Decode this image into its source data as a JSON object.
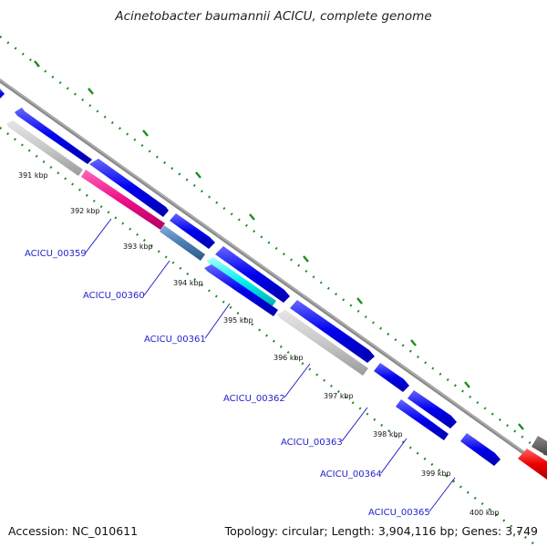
{
  "title": "Acinetobacter baumannii ACICU, complete genome",
  "footer": {
    "accession": "Accession: NC_010611",
    "summary": "Topology: circular; Length: 3,904,116 bp; Genes: 3,749"
  },
  "ticks": [
    "391 kbp",
    "392 kbp",
    "393 kbp",
    "394 kbp",
    "395 kbp",
    "396 kbp",
    "397 kbp",
    "398 kbp",
    "399 kbp",
    "400 kbp"
  ],
  "genes": [
    "ACICU_00359",
    "ACICU_00360",
    "ACICU_00361",
    "ACICU_00362",
    "ACICU_00363",
    "ACICU_00364",
    "ACICU_00365"
  ],
  "colors": {
    "backbone": "#8a8a8a",
    "cds_blue": "#0000ee",
    "cds_gray": "#c8c8c8",
    "cds_pink": "#ee1188",
    "cds_steel": "#4a7eb0",
    "cds_cyan": "#00eeee",
    "cds_red": "#ee0000",
    "tick_green": "#1e8c1e",
    "label_blue": "#2222cc"
  }
}
